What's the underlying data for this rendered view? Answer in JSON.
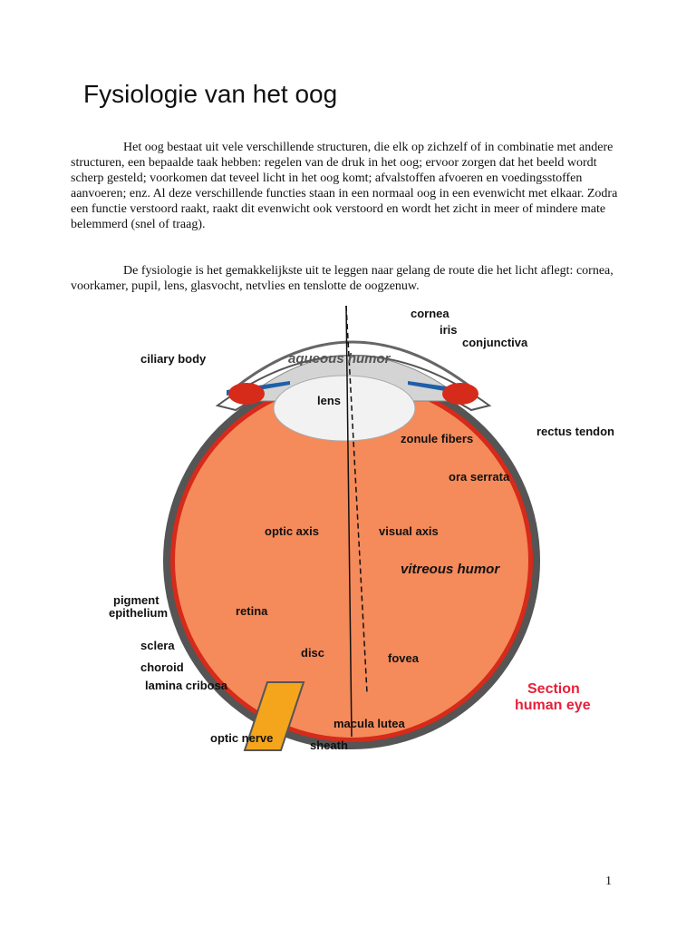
{
  "document": {
    "title": "Fysiologie van het oog",
    "paragraphs": [
      "Het oog bestaat uit vele verschillende structuren, die elk op zichzelf of in combinatie met andere structuren, een bepaalde taak hebben: regelen van de druk in het oog; ervoor zorgen dat het beeld wordt scherp gesteld; voorkomen dat teveel licht in het oog komt; afvalstoffen afvoeren en voedingsstoffen aanvoeren; enz. Al deze verschillende functies staan in een normaal oog in een evenwicht met elkaar. Zodra een functie verstoord raakt, raakt dit evenwicht ook verstoord en wordt het zicht in meer of mindere mate belemmerd (snel of traag).",
      "De fysiologie is het gemakkelijkste uit te leggen naar gelang de route die het licht aflegt: cornea, voorkamer, pupil, lens, glasvocht, netvlies en tenslotte de oogzenuw."
    ],
    "page_number": "1"
  },
  "figure": {
    "labels": {
      "cornea": "cornea",
      "iris": "iris",
      "conjunctiva": "conjunctiva",
      "ciliary_body": "ciliary body",
      "aqueous_humor": "aqueous humor",
      "lens": "lens",
      "zonule_fibers": "zonule fibers",
      "rectus_tendon": "rectus tendon",
      "ora_serrata": "ora serrata",
      "optic_axis": "optic axis",
      "visual_axis": "visual axis",
      "vitreous_humor": "vitreous humor",
      "pigment": "pigment",
      "epithelium": "epithelium",
      "retina": "retina",
      "sclera": "sclera",
      "choroid": "choroid",
      "lamina_cribosa": "lamina cribosa",
      "disc": "disc",
      "fovea": "fovea",
      "macula_lutea": "macula lutea",
      "optic_nerve": "optic nerve",
      "sheath": "sheath",
      "section_line1": "Section",
      "section_line2": "human eye"
    },
    "colors": {
      "vitreous": "#f58a5a",
      "sclera": "#555555",
      "retina": "#d62a1a",
      "aqueous": "#d4d4d4",
      "lens": "#f2f2f2",
      "optic_nerve": "#f5a51c",
      "section_title": "#e8203a"
    }
  }
}
